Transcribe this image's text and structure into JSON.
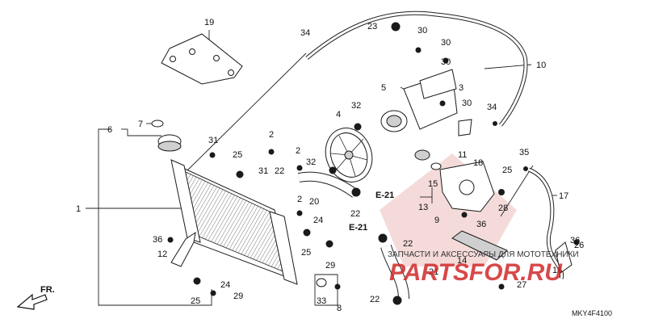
{
  "diagram": {
    "code": "MKY4F4100",
    "front_arrow": "FR.",
    "refs": [
      "E-21",
      "E-21"
    ],
    "callouts": [
      "1",
      "2",
      "2",
      "2",
      "3",
      "4",
      "5",
      "6",
      "7",
      "8",
      "9",
      "10",
      "11",
      "12",
      "13",
      "14",
      "15",
      "16",
      "17",
      "18",
      "19",
      "20",
      "21",
      "22",
      "22",
      "22",
      "22",
      "23",
      "24",
      "24",
      "25",
      "25",
      "25",
      "25",
      "26",
      "27",
      "28",
      "29",
      "29",
      "30",
      "30",
      "30",
      "30",
      "31",
      "31",
      "32",
      "32",
      "33",
      "34",
      "34",
      "35",
      "36",
      "36",
      "36"
    ]
  },
  "watermark": {
    "tagline": "ЗАПЧАСТИ И АКСЕССУАРЫ ДЛЯ МОТОТЕХНИКИ",
    "brand": "PARTSFOR.RU"
  }
}
